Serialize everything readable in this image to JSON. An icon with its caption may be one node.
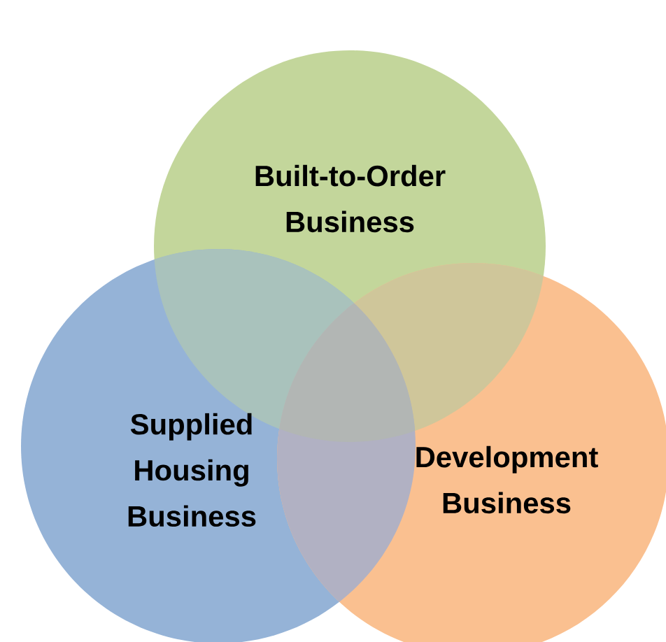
{
  "diagram": {
    "nodes": [
      {
        "text": [
          "Built-to-Order Business"
        ]
      },
      {
        "text": [
          "Supplied Housing Business"
        ]
      },
      {
        "text": [
          "Development Business"
        ]
      }
    ]
  }
}
